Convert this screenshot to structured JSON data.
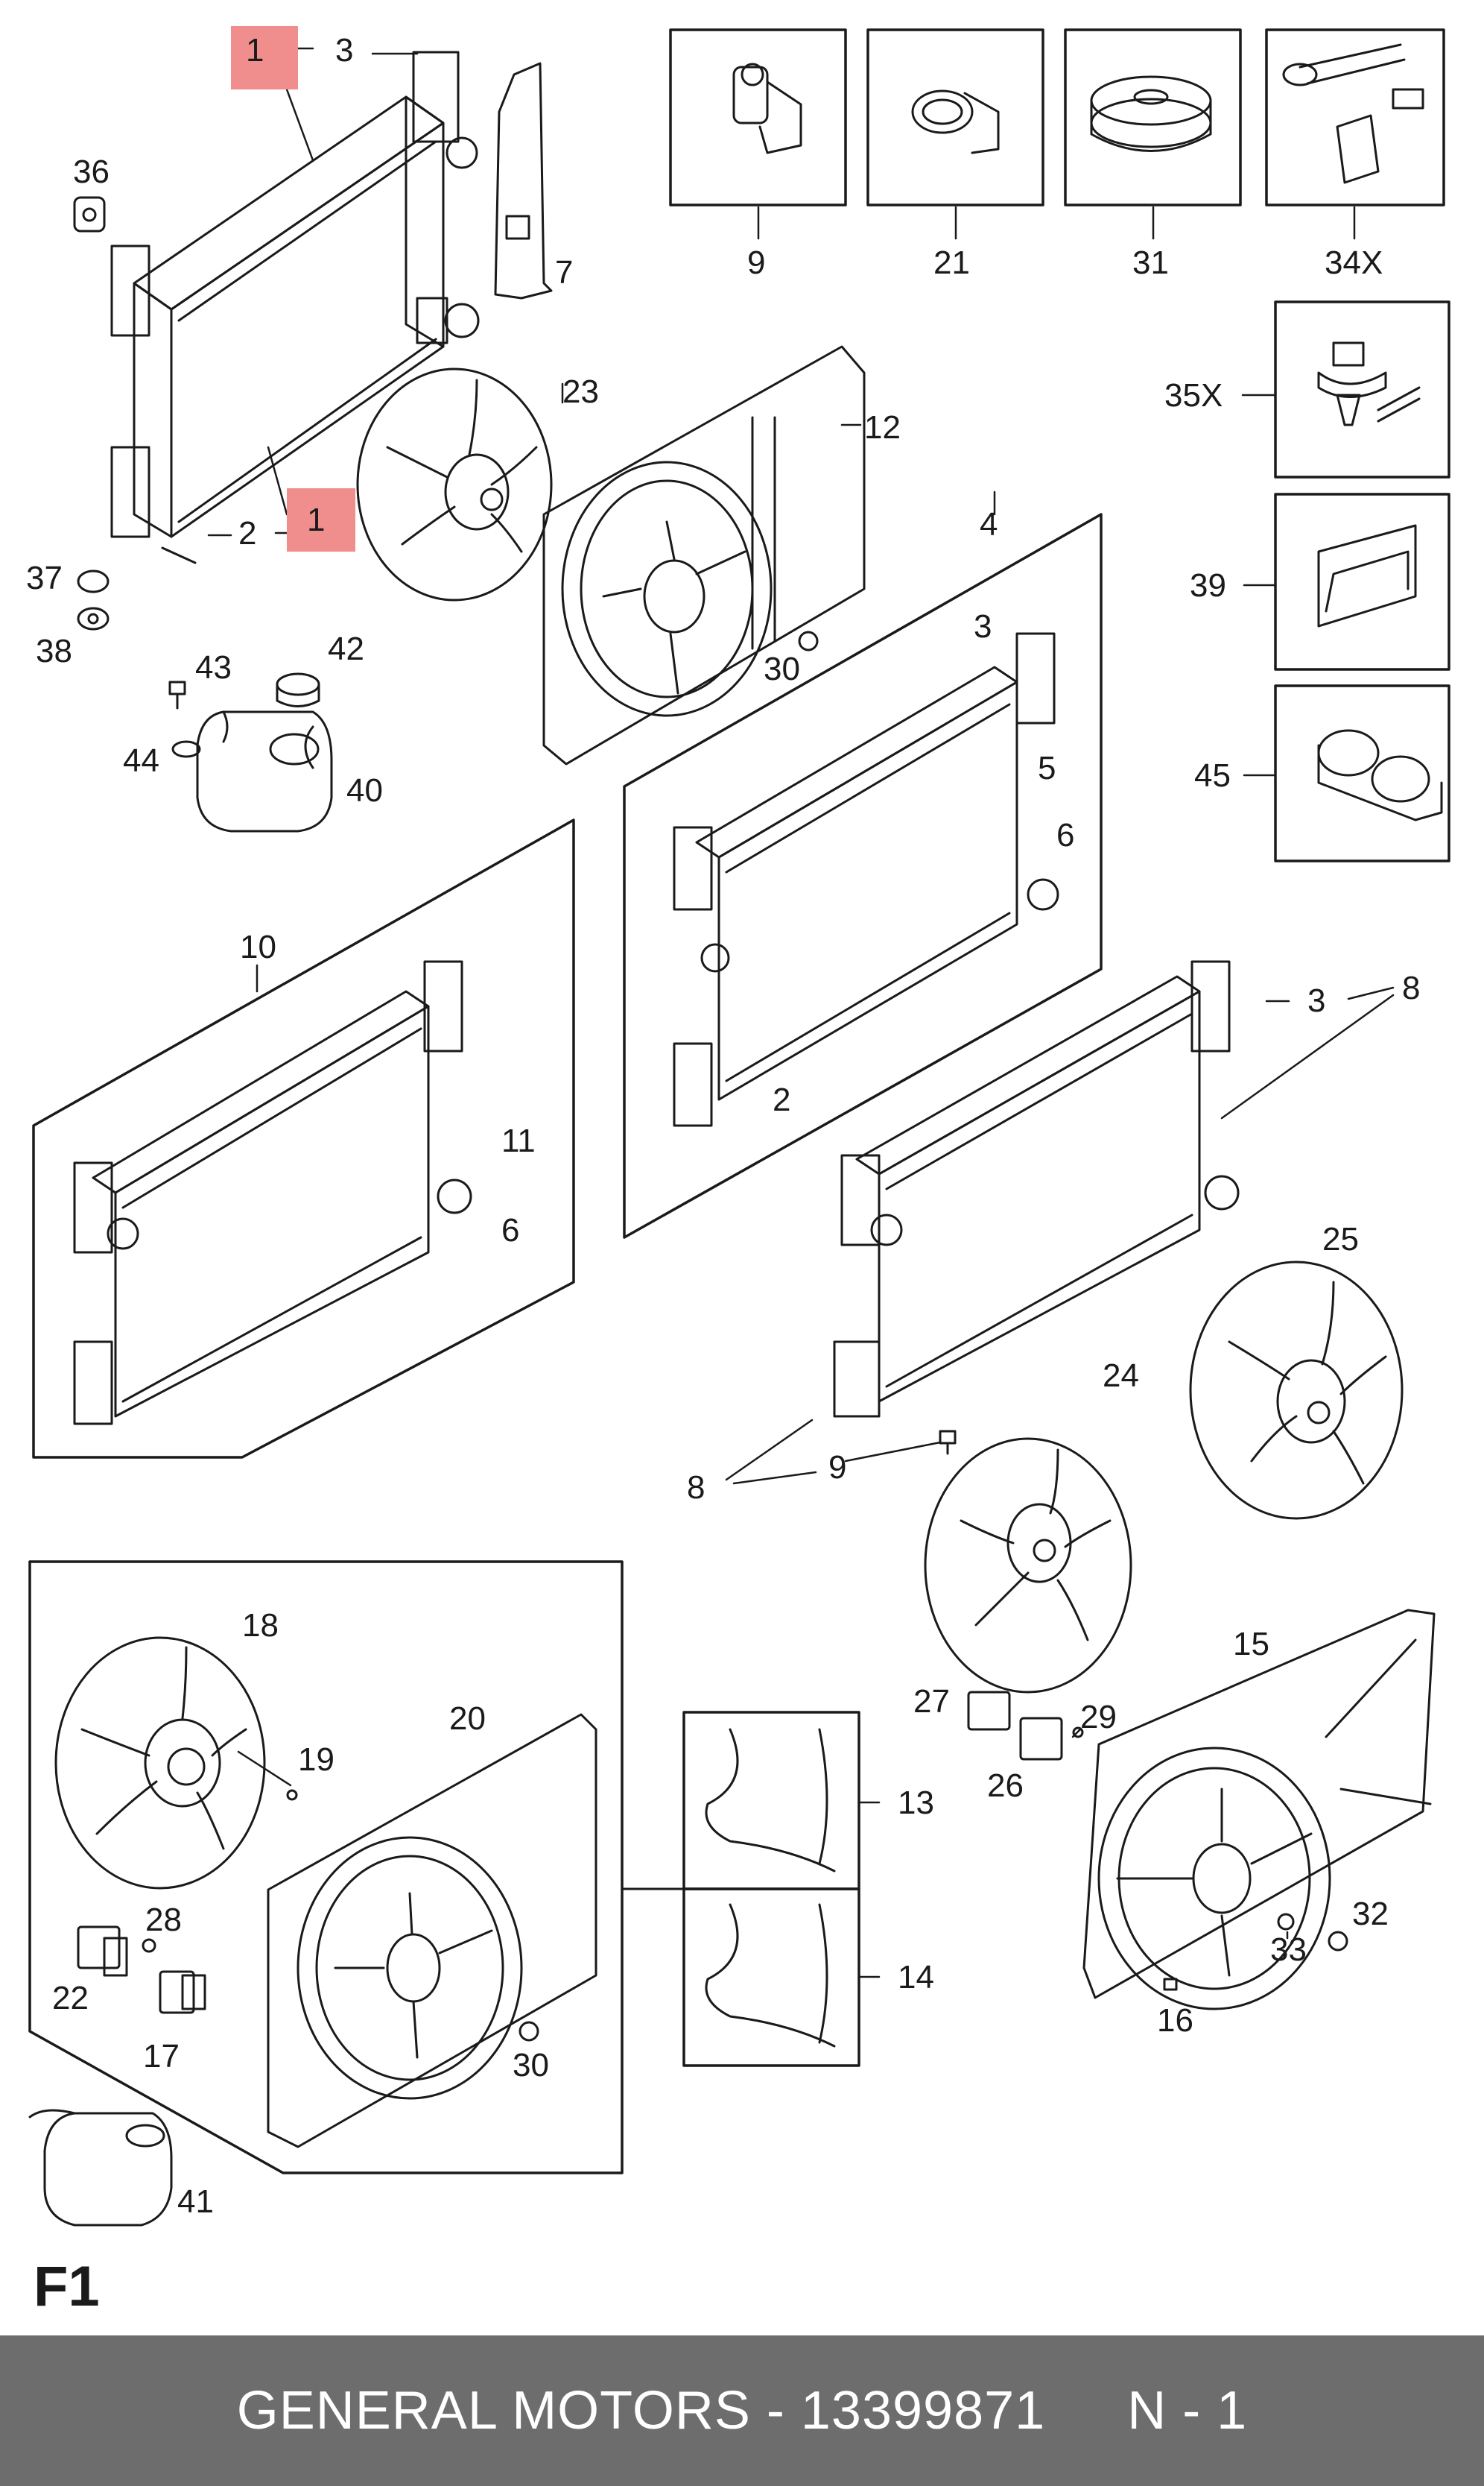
{
  "figure_id": "F1",
  "footer": {
    "brand_part": "GENERAL MOTORS - 13399871",
    "quantity": "N - 1"
  },
  "highlight_color": "#f08d8d",
  "callouts": {
    "c1a": "1",
    "c1b": "1",
    "c3a": "3",
    "c2a": "2",
    "c36": "36",
    "c7": "7",
    "c23": "23",
    "c37": "37",
    "c38": "38",
    "c43": "43",
    "c42": "42",
    "c44": "44",
    "c40": "40",
    "c12": "12",
    "c30a": "30",
    "c4": "4",
    "c3b": "3",
    "c5": "5",
    "c6a": "6",
    "c2b": "2",
    "c10": "10",
    "c11": "11",
    "c6b": "6",
    "c3c": "3",
    "c8a": "8",
    "c25": "25",
    "c24": "24",
    "c8b": "8",
    "c9b": "9",
    "c18": "18",
    "c19": "19",
    "c20": "20",
    "c28": "28",
    "c22": "22",
    "c17": "17",
    "c30b": "30",
    "c41": "41",
    "c13": "13",
    "c14": "14",
    "c27": "27",
    "c26": "26",
    "c29": "29",
    "c15": "15",
    "c32": "32",
    "c33": "33",
    "c16": "16"
  },
  "inset_parts": {
    "p9": "9",
    "p21": "21",
    "p31": "31",
    "p34x": "34X",
    "p35x": "35X",
    "p39": "39",
    "p45": "45"
  }
}
